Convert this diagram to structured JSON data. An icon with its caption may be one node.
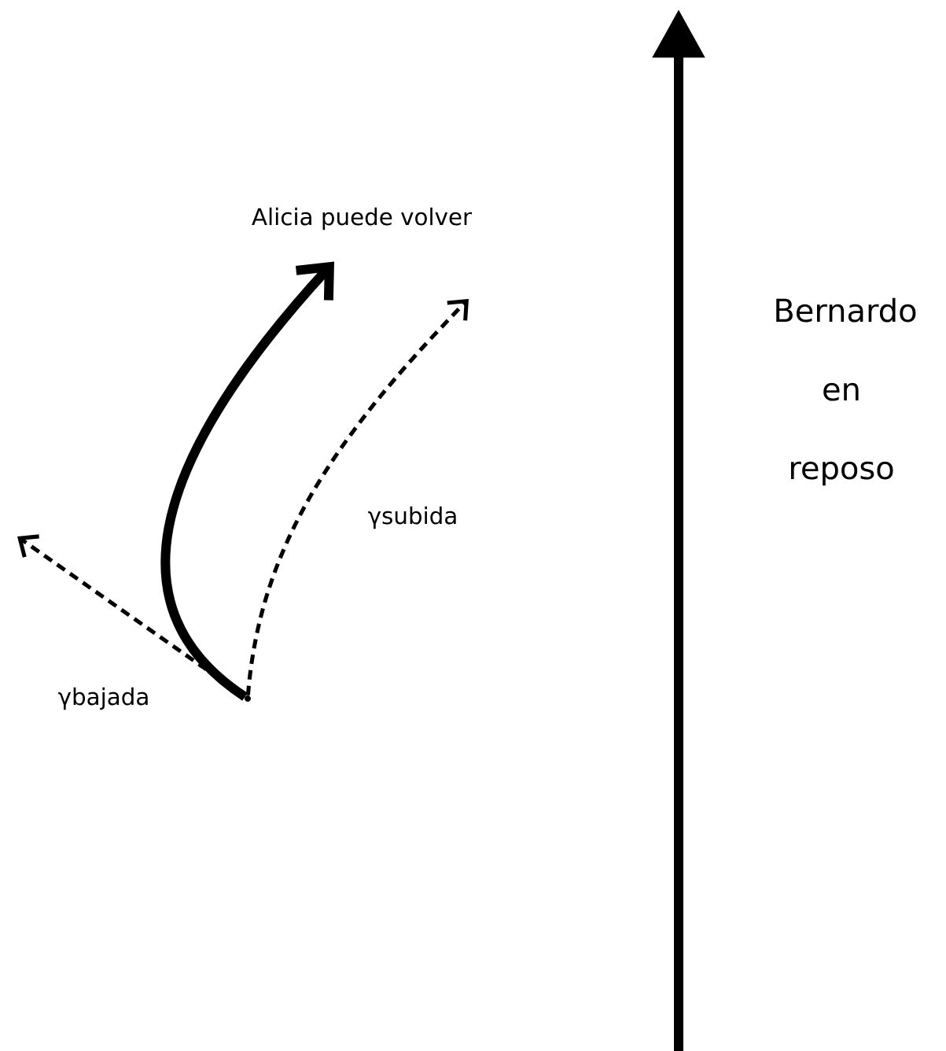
{
  "diagram": {
    "nodes": [
      {
        "text": [
          "Alicia puede volver"
        ]
      },
      {
        "text": [],
        "shape": "circle"
      }
    ],
    "edges": [
      {
        "from": 1,
        "to": 0,
        "arrow": "to",
        "style": "thick"
      },
      {
        "from": 1,
        "to": null,
        "arrow": "to",
        "style": "dashed",
        "label": "γsubida"
      },
      {
        "from": 1,
        "to": null,
        "arrow": "to",
        "style": "dashed",
        "label": "γbajada"
      }
    ],
    "labels": [
      "Bernardo en reposo"
    ]
  }
}
